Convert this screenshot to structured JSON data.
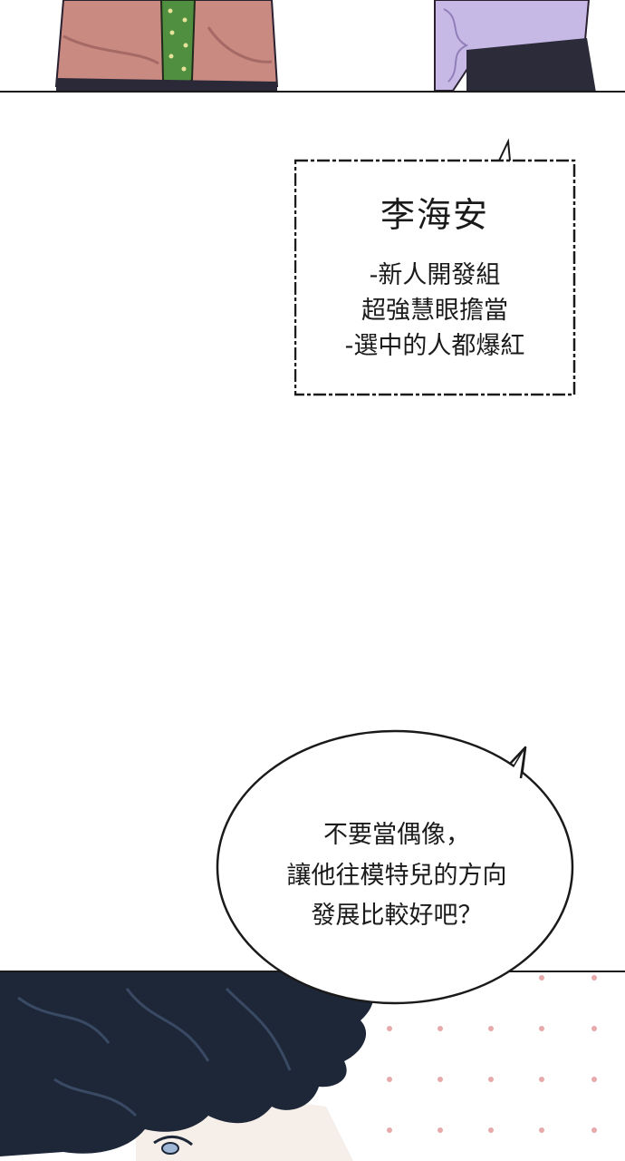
{
  "caption": {
    "name": "李海安",
    "lines": [
      "-新人開發組",
      "超強慧眼擔當",
      "-選中的人都爆紅"
    ]
  },
  "speech": {
    "lines": [
      "不要當偶像，",
      "讓他往模特兒的方向",
      "發展比較好吧？"
    ]
  }
}
